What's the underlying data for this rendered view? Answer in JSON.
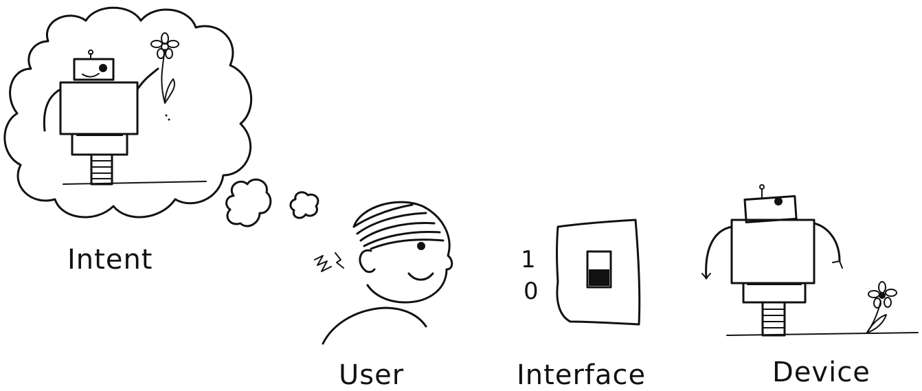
{
  "labels": {
    "intent": "Intent",
    "user": "User",
    "interface": "Interface",
    "device": "Device"
  },
  "switch": {
    "on_mark": "1",
    "off_mark": "0"
  },
  "colors": {
    "ink": "#111111",
    "background": "#ffffff"
  },
  "icons": [
    "thought-cloud-icon",
    "robot-icon",
    "flower-icon",
    "person-head-icon",
    "light-switch-icon"
  ]
}
